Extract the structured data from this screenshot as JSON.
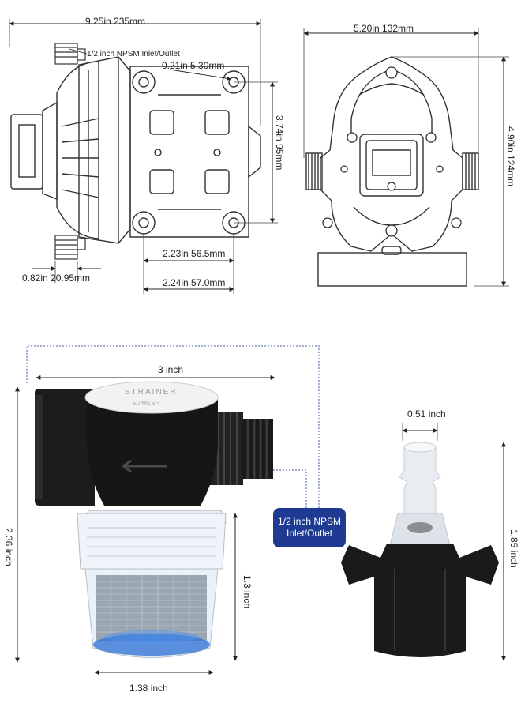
{
  "pump_side": {
    "total_length": "9.25in  235mm",
    "port_callout": "1/2 inch NPSM Inlet/Outlet",
    "hole_diameter": "0.21in  5.30mm",
    "hole_spacing_h": "3.74in  95mm",
    "hole_spacing_w1": "2.23in  56.5mm",
    "hole_spacing_w2": "2.24in  57.0mm",
    "port_offset": "0.82in  20.95mm"
  },
  "pump_front": {
    "width": "5.20in  132mm",
    "height": "4.90in  124mm"
  },
  "strainer": {
    "width": "3 inch",
    "height": "2.36 inch",
    "bowl_height": "1.3 inch",
    "bowl_width": "1.38 inch",
    "cap_text": "STRAINER",
    "mesh_text": "50 MESH",
    "callout_line1": "1/2 inch NPSM",
    "callout_line2": "Inlet/Outlet"
  },
  "fitting": {
    "diameter": "0.51 inch",
    "height": "1.85 inch"
  },
  "colors": {
    "callout_bg": "#1f3a93",
    "outline": "#333333",
    "body_black": "#1a1a1a",
    "mesh_blue": "#2a6fd6"
  }
}
